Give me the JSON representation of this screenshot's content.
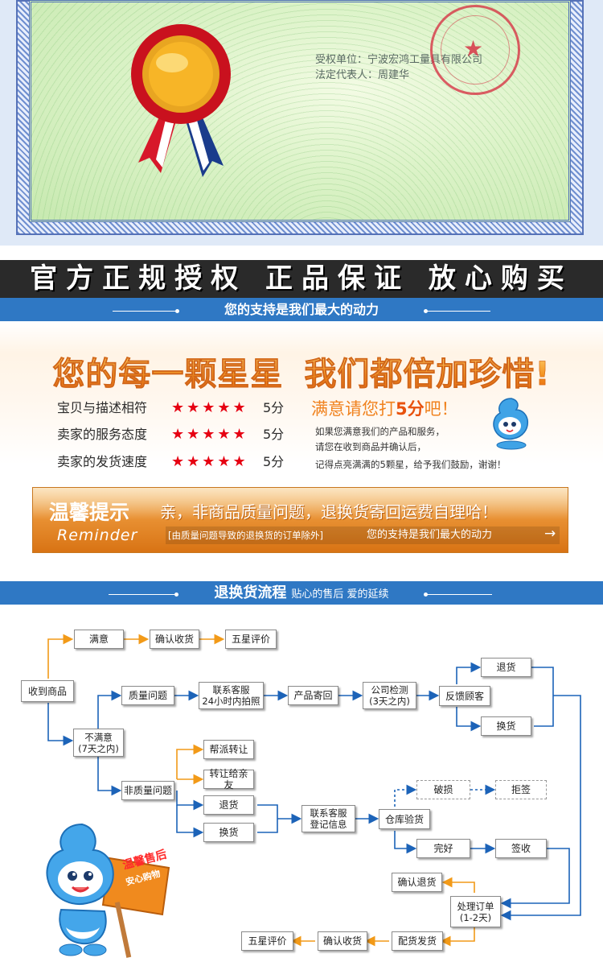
{
  "certificate": {
    "authorized_unit": "受权单位：宁波宏鸿工量具有限公司",
    "legal_rep": "法定代表人：周建华"
  },
  "banner": {
    "slogan": "官方正规授权 正品保证 放心购买",
    "support": "您的支持是我们最大的动力"
  },
  "rating": {
    "headline_left": "您的每一颗星星",
    "headline_right": "我们都倍加珍惜!",
    "rows": [
      {
        "label": "宝贝与描述相符",
        "stars": "★★★★★",
        "score": "5分"
      },
      {
        "label": "卖家的服务态度",
        "stars": "★★★★★",
        "score": "5分"
      },
      {
        "label": "卖家的发货速度",
        "stars": "★★★★★",
        "score": "5分"
      }
    ],
    "satisfy_pre": "满意请您打",
    "satisfy_bold": "5分",
    "satisfy_post": "吧！",
    "lines": [
      "如果您满意我们的产品和服务，",
      "请您在收到商品并确认后，",
      "记得点亮满满的5颗星，给予我们鼓励，谢谢！"
    ]
  },
  "reminder": {
    "title": "温馨提示",
    "subtitle": "Reminder",
    "main": "亲，非商品质量问题，退换货寄回运费自理哈！",
    "note": "[由质量问题导致的退换货的订单除外]",
    "support": "您的支持是我们最大的动力",
    "arrow": "→"
  },
  "process": {
    "title": "退换货流程",
    "subtitle": "贴心的售后  爱的延续",
    "nodes": {
      "received": "收到商品",
      "satisfied": "满意",
      "confirm_top": "确认收货",
      "five_star_top": "五星评价",
      "quality_issue": "质量问题",
      "contact_1": "联系客服",
      "contact_2": "24小时内拍照",
      "ship_back": "产品寄回",
      "inspect_1": "公司检测",
      "inspect_2": "(3天之内)",
      "feedback": "反馈顾客",
      "refund_top": "退货",
      "exchange_top": "换货",
      "unsat_1": "不满意",
      "unsat_2": "(7天之内)",
      "non_quality": "非质量问题",
      "resell": "帮派转让",
      "give_friend": "转让给亲友",
      "refund_mid": "退货",
      "exchange_mid": "换货",
      "register_1": "联系客服",
      "register_2": "登记信息",
      "warehouse": "仓库验货",
      "damaged": "破损",
      "reject": "拒签",
      "intact": "完好",
      "sign": "签收",
      "confirm_refund": "确认退货",
      "process_1": "处理订单",
      "process_2": "(1-2天)",
      "dispatch": "配货发货",
      "confirm_bottom": "确认收货",
      "five_star_bottom": "五星评价"
    },
    "mascot_sign_1": "温馨售后",
    "mascot_sign_2": "安心购物"
  },
  "colors": {
    "orange": "#f28e1c",
    "blue": "#2f78c4",
    "star_red": "#e60012",
    "arrow_orange": "#f29a18",
    "arrow_blue": "#1c63b8"
  }
}
